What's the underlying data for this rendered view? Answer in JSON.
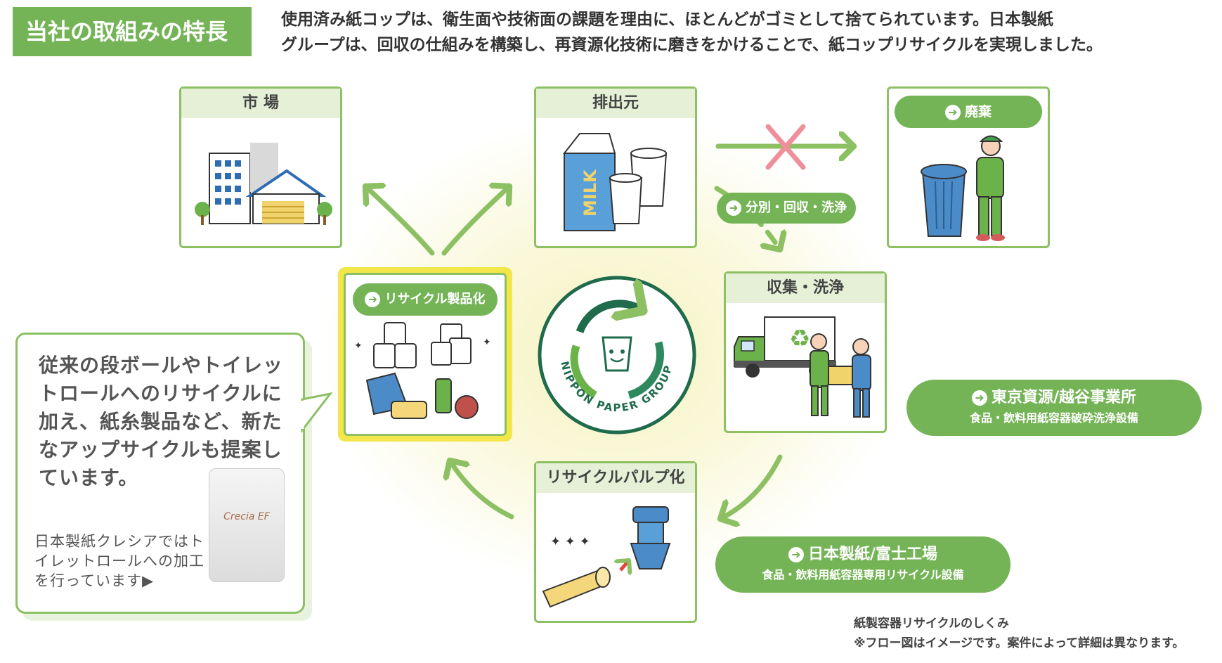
{
  "header": {
    "tag": "当社の取組みの特長",
    "intro_line1": "使用済み紙コップは、衛生面や技術面の課題を理由に、ほとんどがゴミとして捨てられています。日本製紙",
    "intro_line2": "グループは、回収の仕組みを構築し、再資源化技術に磨きをかけることで、紙コップリサイクルを実現しました。"
  },
  "nodes": {
    "market": "市 場",
    "source": "排出元",
    "disposal": "廃棄",
    "sort_collect_wash": "分別・回収・洗浄",
    "collect_wash": "収集・洗浄",
    "recycle_product": "リサイクル製品化",
    "recycle_pulp": "リサイクルパルプ化"
  },
  "facilities": {
    "tokyo_name": "東京資源/越谷事業所",
    "tokyo_desc": "食品・飲料用紙容器破砕洗浄設備",
    "fuji_name": "日本製紙/富士工場",
    "fuji_desc": "食品・飲料用紙容器専用リサイクル設備"
  },
  "logo": {
    "text": "NIPPON PAPER GROUP"
  },
  "illustration": {
    "milk_label": "MILK",
    "product_label": "Crecia EF"
  },
  "callout": {
    "main": "従来の段ボールやトイレットロールへのリサイクルに加え、紙糸製品など、新たなアップサイクルも提案しています。",
    "sub": "日本製紙クレシアではトイレットロールへの加工を行っています▶"
  },
  "caption": {
    "title": "紙製容器リサイクルのしくみ",
    "note": "※フロー図はイメージです。案件によって詳細は異なります。"
  },
  "colors": {
    "green": "#75b456",
    "border": "#8cc063",
    "light": "#e5f0d7",
    "highlight": "#f3e64a",
    "logo": "#1f6b4c",
    "cross": "#ef8f9a"
  }
}
